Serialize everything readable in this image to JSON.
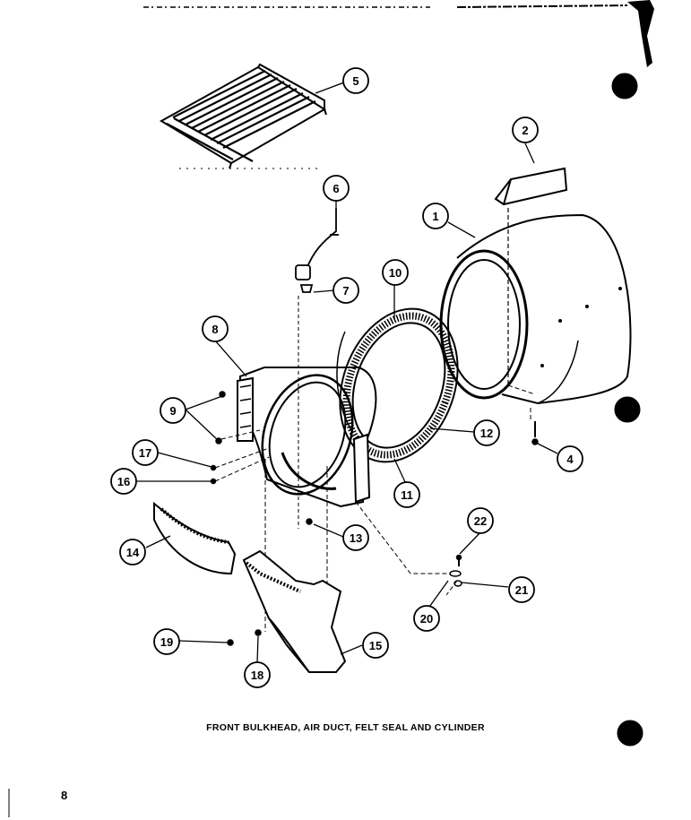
{
  "diagram": {
    "caption": "FRONT BULKHEAD, AIR DUCT, FELT SEAL AND CYLINDER",
    "page_number": "8",
    "callouts": [
      {
        "id": "1",
        "label": "1"
      },
      {
        "id": "2",
        "label": "2"
      },
      {
        "id": "4",
        "label": "4"
      },
      {
        "id": "5",
        "label": "5"
      },
      {
        "id": "6",
        "label": "6"
      },
      {
        "id": "7",
        "label": "7"
      },
      {
        "id": "8",
        "label": "8"
      },
      {
        "id": "9",
        "label": "9"
      },
      {
        "id": "10",
        "label": "10"
      },
      {
        "id": "11",
        "label": "11"
      },
      {
        "id": "12",
        "label": "12"
      },
      {
        "id": "13",
        "label": "13"
      },
      {
        "id": "14",
        "label": "14"
      },
      {
        "id": "15",
        "label": "15"
      },
      {
        "id": "16",
        "label": "16"
      },
      {
        "id": "17",
        "label": "17"
      },
      {
        "id": "18",
        "label": "18"
      },
      {
        "id": "19",
        "label": "19"
      },
      {
        "id": "20",
        "label": "20"
      },
      {
        "id": "21",
        "label": "21"
      },
      {
        "id": "22",
        "label": "22"
      }
    ]
  }
}
